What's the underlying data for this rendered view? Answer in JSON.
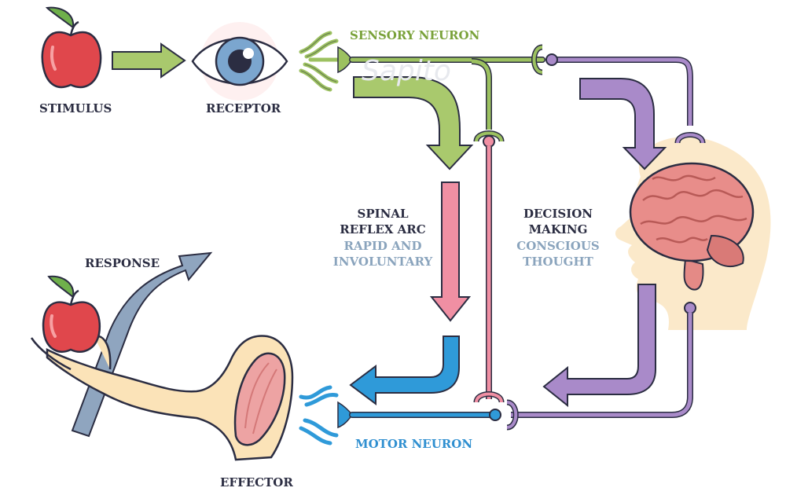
{
  "labels": {
    "stimulus": "STIMULUS",
    "receptor": "RECEPTOR",
    "sensory_neuron": "SENSORY NEURON",
    "spinal_line1": "SPINAL",
    "spinal_line2": "REFLEX ARC",
    "rapid_line1": "RAPID AND",
    "rapid_line2": "INVOLUNTARY",
    "decision_line1": "DECISION",
    "decision_line2": "MAKING",
    "conscious_line1": "CONSCIOUS",
    "conscious_line2": "THOUGHT",
    "response": "RESPONSE",
    "motor_neuron": "MOTOR NEURON",
    "effector": "EFFECTOR"
  },
  "watermark": "Sapito",
  "colors": {
    "sensory": "#9cc160",
    "motor": "#2f9ad9",
    "spinal": "#f08fa3",
    "decision": "#a98ac9",
    "response": "#8fa5bf",
    "apple": "#e0474c",
    "brain": "#e2837f",
    "skin": "#fbe3b8"
  },
  "icons": [
    "apple-icon",
    "eye-icon",
    "brain-icon",
    "head-icon",
    "arm-icon",
    "muscle-icon"
  ]
}
